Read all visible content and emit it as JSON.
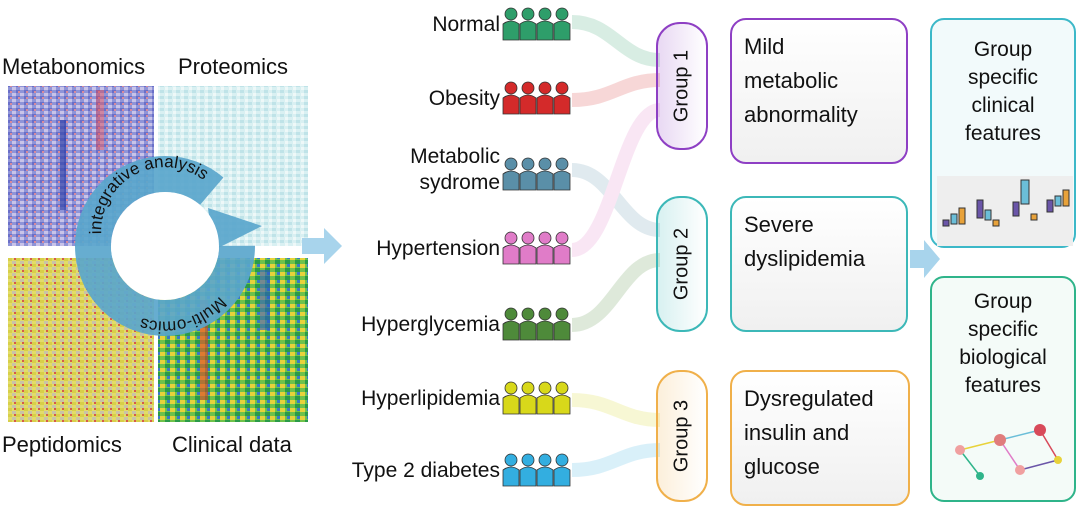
{
  "omics": {
    "metabonomics": "Metabonomics",
    "proteomics": "Proteomics",
    "peptidomics": "Peptidomics",
    "clinical": "Clinical data",
    "ring_label": "integrative analysis",
    "ring_label2": "Multi-omics"
  },
  "phenotypes": [
    {
      "label": "Normal",
      "color": "#2e9e6a"
    },
    {
      "label": "Obesity",
      "color": "#d42a2a"
    },
    {
      "label": "Metabolic\nsydrome",
      "color": "#5a8fa8"
    },
    {
      "label": "Hypertension",
      "color": "#e07cc8"
    },
    {
      "label": "Hyperglycemia",
      "color": "#4e8a3a"
    },
    {
      "label": "Hyperlipidemia",
      "color": "#d8d81a"
    },
    {
      "label": "Type 2 diabetes",
      "color": "#33aee0"
    }
  ],
  "groups": [
    {
      "label": "Group 1",
      "color": "#8e3fc4",
      "feature": "Mild\nmetabolic\nabnormality"
    },
    {
      "label": "Group 2",
      "color": "#3cb8b8",
      "feature": "Severe\ndyslipidemia"
    },
    {
      "label": "Group 3",
      "color": "#f0b04a",
      "feature": "Dysregulated\ninsulin and\nglucose"
    }
  ],
  "outputs": {
    "clinical": "Group\nspecific\nclinical\nfeatures",
    "biological": "Group\nspecific\nbiological\nfeatures"
  }
}
